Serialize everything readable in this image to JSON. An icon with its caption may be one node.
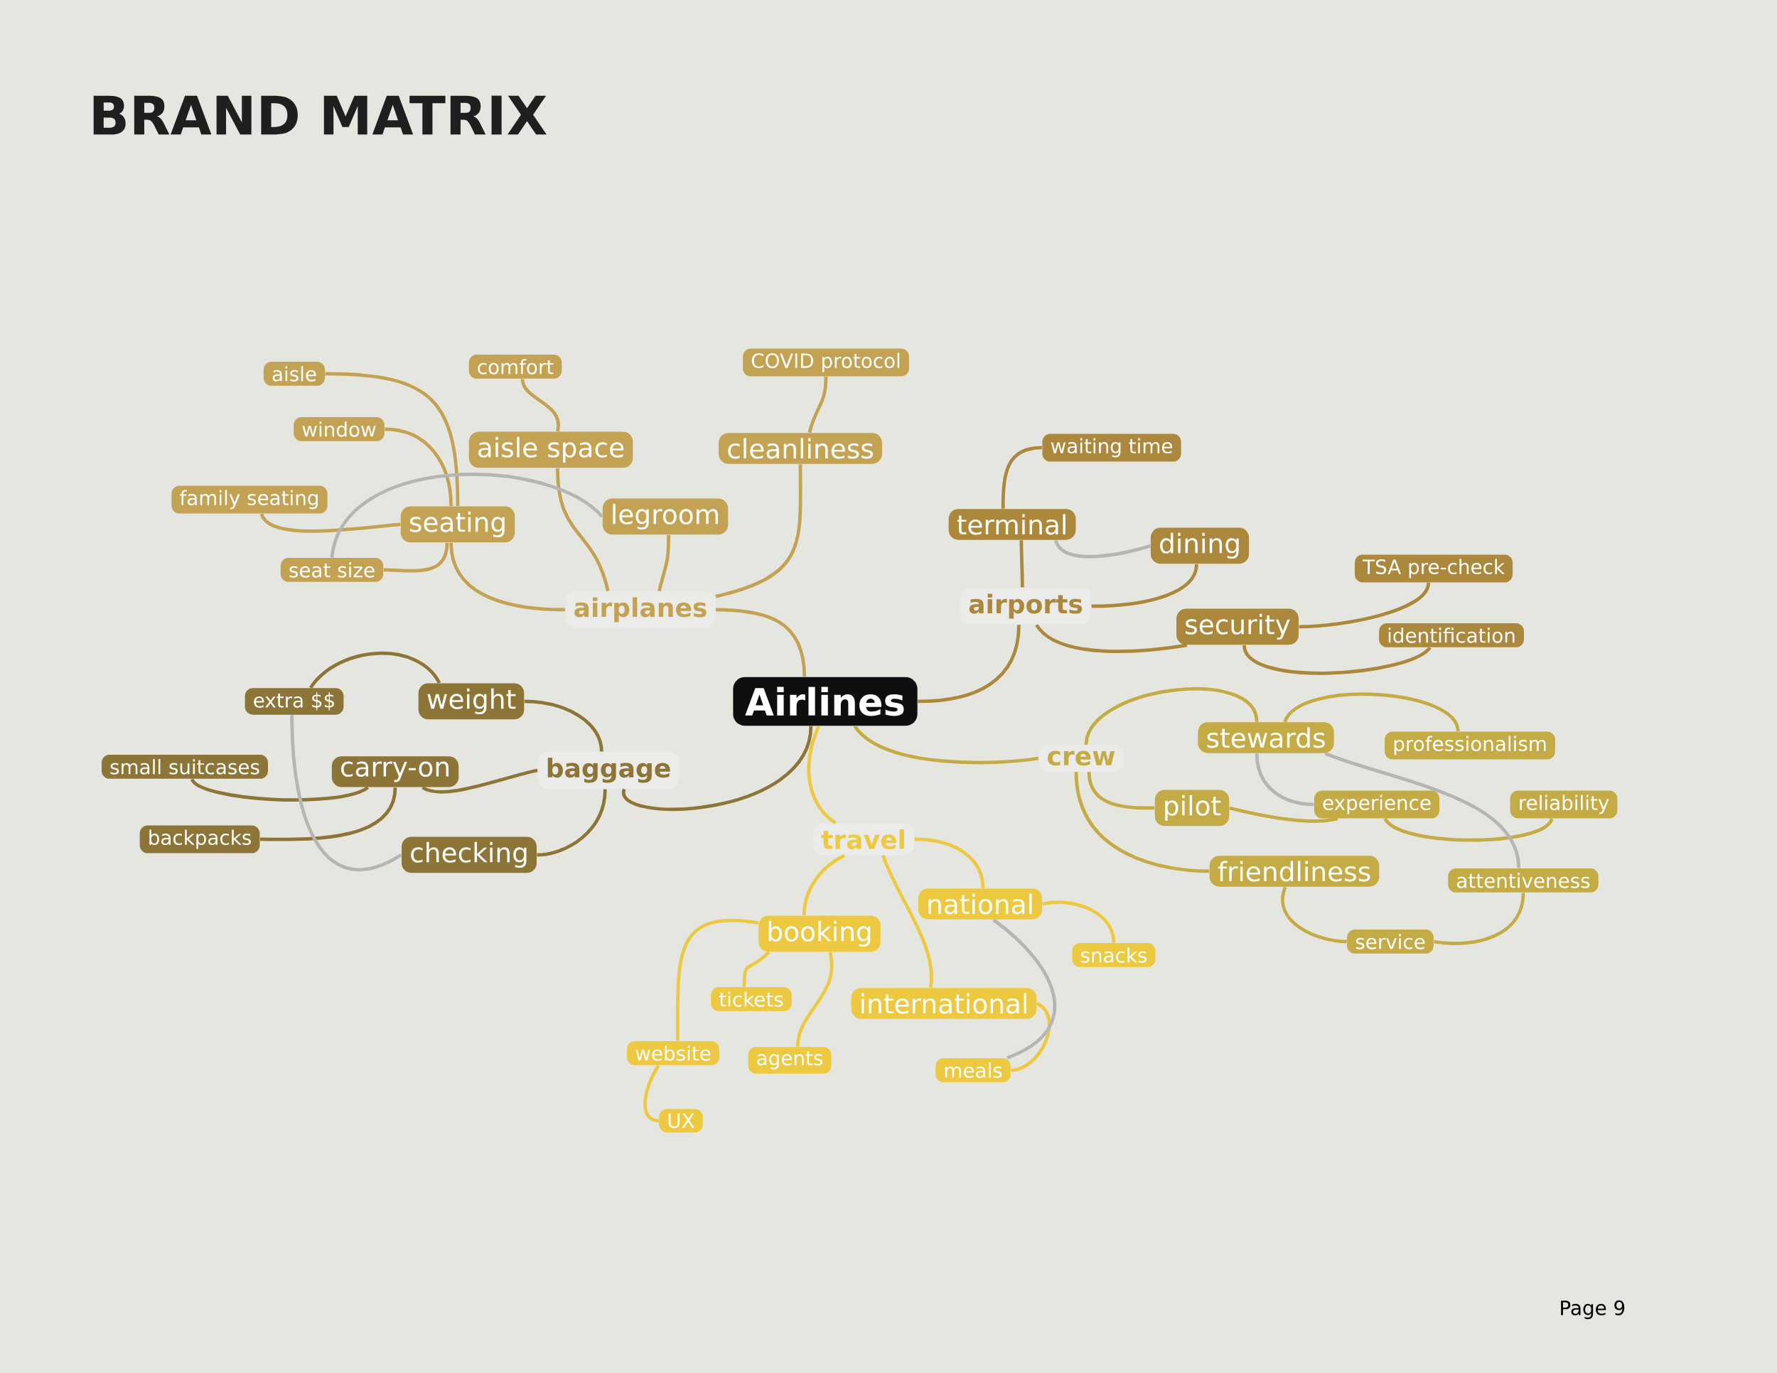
{
  "diagram": {
    "title": "BRAND MATRIX",
    "nodes": [
      {
        "text": [
          "Airlines"
        ]
      },
      {
        "text": [
          "airplanes"
        ]
      },
      {
        "text": [
          "seating"
        ]
      },
      {
        "text": [
          "aisle"
        ]
      },
      {
        "text": [
          "window"
        ]
      },
      {
        "text": [
          "family seating"
        ]
      },
      {
        "text": [
          "seat size"
        ]
      },
      {
        "text": [
          "aisle space"
        ]
      },
      {
        "text": [
          "comfort"
        ]
      },
      {
        "text": [
          "legroom"
        ]
      },
      {
        "text": [
          "cleanliness"
        ]
      },
      {
        "text": [
          "COVID protocol"
        ]
      },
      {
        "text": [
          "airports"
        ]
      },
      {
        "text": [
          "terminal"
        ]
      },
      {
        "text": [
          "waiting time"
        ]
      },
      {
        "text": [
          "dining"
        ]
      },
      {
        "text": [
          "security"
        ]
      },
      {
        "text": [
          "TSA pre-check"
        ]
      },
      {
        "text": [
          "identification"
        ]
      },
      {
        "text": [
          "crew"
        ]
      },
      {
        "text": [
          "stewards"
        ]
      },
      {
        "text": [
          "professionalism"
        ]
      },
      {
        "text": [
          "pilot"
        ]
      },
      {
        "text": [
          "experience"
        ]
      },
      {
        "text": [
          "reliability"
        ]
      },
      {
        "text": [
          "friendliness"
        ]
      },
      {
        "text": [
          "attentiveness"
        ]
      },
      {
        "text": [
          "service"
        ]
      },
      {
        "text": [
          "baggage"
        ]
      },
      {
        "text": [
          "weight"
        ]
      },
      {
        "text": [
          "extra $$"
        ]
      },
      {
        "text": [
          "carry-on"
        ]
      },
      {
        "text": [
          "small suitcases"
        ]
      },
      {
        "text": [
          "backpacks"
        ]
      },
      {
        "text": [
          "checking"
        ]
      },
      {
        "text": [
          "travel"
        ]
      },
      {
        "text": [
          "booking"
        ]
      },
      {
        "text": [
          "tickets"
        ]
      },
      {
        "text": [
          "website"
        ]
      },
      {
        "text": [
          "UX"
        ]
      },
      {
        "text": [
          "agents"
        ]
      },
      {
        "text": [
          "national"
        ]
      },
      {
        "text": [
          "snacks"
        ]
      },
      {
        "text": [
          "international"
        ]
      },
      {
        "text": [
          "meals"
        ]
      }
    ],
    "edges": [
      {
        "from": 0,
        "to": 1,
        "arrow": "none",
        "color": "#c4a254"
      },
      {
        "from": 1,
        "to": 2,
        "arrow": "none",
        "color": "#c4a254"
      },
      {
        "from": 2,
        "to": 3,
        "arrow": "none",
        "color": "#c4a254"
      },
      {
        "from": 2,
        "to": 4,
        "arrow": "none",
        "color": "#c4a254"
      },
      {
        "from": 2,
        "to": 5,
        "arrow": "none",
        "color": "#c4a254"
      },
      {
        "from": 2,
        "to": 6,
        "arrow": "none",
        "color": "#c4a254"
      },
      {
        "from": 1,
        "to": 7,
        "arrow": "none",
        "color": "#c4a254"
      },
      {
        "from": 7,
        "to": 8,
        "arrow": "none",
        "color": "#c4a254"
      },
      {
        "from": 1,
        "to": 9,
        "arrow": "none",
        "color": "#c4a254"
      },
      {
        "from": 1,
        "to": 10,
        "arrow": "none",
        "color": "#c4a254"
      },
      {
        "from": 10,
        "to": 11,
        "arrow": "none",
        "color": "#c4a254"
      },
      {
        "from": 6,
        "to": 9,
        "arrow": "none",
        "color": "#b5b5b3"
      },
      {
        "from": 0,
        "to": 12,
        "arrow": "none",
        "color": "#ab883b"
      },
      {
        "from": 12,
        "to": 13,
        "arrow": "none",
        "color": "#ab883b"
      },
      {
        "from": 13,
        "to": 14,
        "arrow": "none",
        "color": "#ab883b"
      },
      {
        "from": 12,
        "to": 15,
        "arrow": "none",
        "color": "#ab883b"
      },
      {
        "from": 12,
        "to": 16,
        "arrow": "none",
        "color": "#ab883b"
      },
      {
        "from": 16,
        "to": 17,
        "arrow": "none",
        "color": "#ab883b"
      },
      {
        "from": 16,
        "to": 18,
        "arrow": "none",
        "color": "#ab883b"
      },
      {
        "from": 13,
        "to": 15,
        "arrow": "none",
        "color": "#b5b5b3"
      },
      {
        "from": 0,
        "to": 19,
        "arrow": "none",
        "color": "#c4ab45"
      },
      {
        "from": 19,
        "to": 20,
        "arrow": "none",
        "color": "#c4ab45"
      },
      {
        "from": 20,
        "to": 21,
        "arrow": "none",
        "color": "#c4ab45"
      },
      {
        "from": 19,
        "to": 22,
        "arrow": "none",
        "color": "#c4ab45"
      },
      {
        "from": 22,
        "to": 23,
        "arrow": "none",
        "color": "#c4ab45"
      },
      {
        "from": 23,
        "to": 24,
        "arrow": "none",
        "color": "#c4ab45"
      },
      {
        "from": 19,
        "to": 25,
        "arrow": "none",
        "color": "#c4ab45"
      },
      {
        "from": 25,
        "to": 27,
        "arrow": "none",
        "color": "#c4ab45"
      },
      {
        "from": 27,
        "to": 26,
        "arrow": "none",
        "color": "#c4ab45"
      },
      {
        "from": 20,
        "to": 23,
        "arrow": "none",
        "color": "#b5b5b3"
      },
      {
        "from": 20,
        "to": 26,
        "arrow": "none",
        "color": "#b5b5b3"
      },
      {
        "from": 0,
        "to": 28,
        "arrow": "none",
        "color": "#8d7437"
      },
      {
        "from": 28,
        "to": 29,
        "arrow": "none",
        "color": "#8d7437"
      },
      {
        "from": 29,
        "to": 30,
        "arrow": "none",
        "color": "#8d7437"
      },
      {
        "from": 28,
        "to": 31,
        "arrow": "none",
        "color": "#8d7437"
      },
      {
        "from": 31,
        "to": 32,
        "arrow": "none",
        "color": "#8d7437"
      },
      {
        "from": 31,
        "to": 33,
        "arrow": "none",
        "color": "#8d7437"
      },
      {
        "from": 28,
        "to": 34,
        "arrow": "none",
        "color": "#8d7437"
      },
      {
        "from": 34,
        "to": 30,
        "arrow": "none",
        "color": "#b5b5b3"
      },
      {
        "from": 0,
        "to": 35,
        "arrow": "none",
        "color": "#ecc940"
      },
      {
        "from": 35,
        "to": 36,
        "arrow": "none",
        "color": "#ecc940"
      },
      {
        "from": 36,
        "to": 37,
        "arrow": "none",
        "color": "#ecc940"
      },
      {
        "from": 36,
        "to": 38,
        "arrow": "none",
        "color": "#ecc940"
      },
      {
        "from": 38,
        "to": 39,
        "arrow": "none",
        "color": "#ecc940"
      },
      {
        "from": 36,
        "to": 40,
        "arrow": "none",
        "color": "#ecc940"
      },
      {
        "from": 35,
        "to": 41,
        "arrow": "none",
        "color": "#ecc940"
      },
      {
        "from": 41,
        "to": 42,
        "arrow": "none",
        "color": "#ecc940"
      },
      {
        "from": 35,
        "to": 43,
        "arrow": "none",
        "color": "#ecc940"
      },
      {
        "from": 43,
        "to": 44,
        "arrow": "none",
        "color": "#ecc940"
      },
      {
        "from": 41,
        "to": 44,
        "arrow": "none",
        "color": "#b5b5b3"
      }
    ],
    "labels": [
      "Page 9"
    ]
  }
}
